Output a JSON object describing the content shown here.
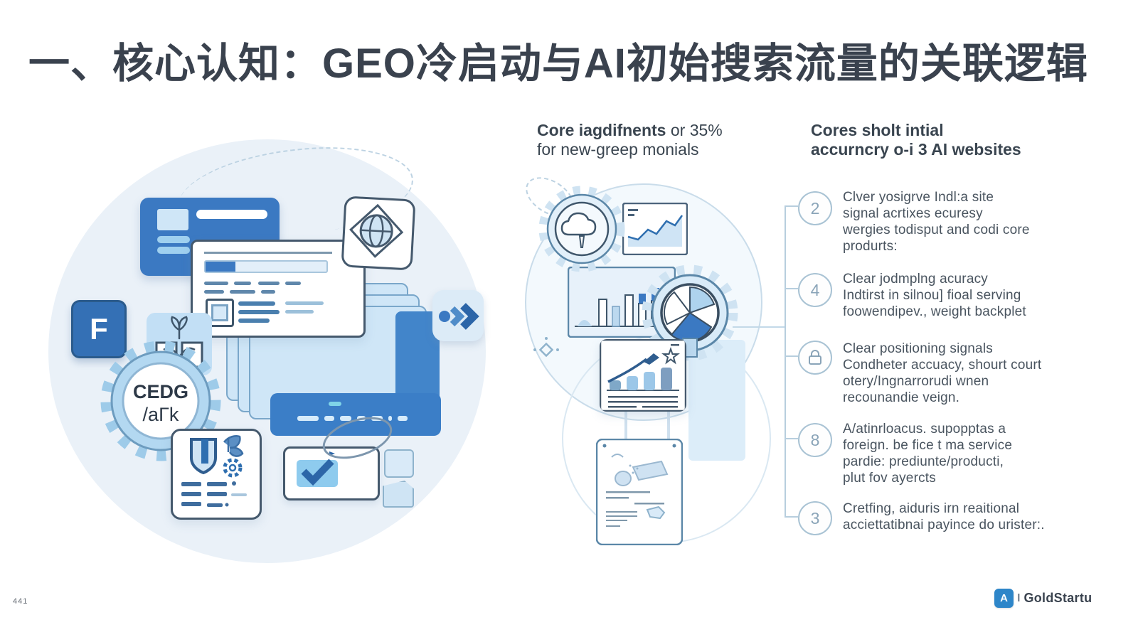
{
  "title": "一、核心认知：GEO冷启动与AI初始搜索流量的关联逻辑",
  "page_num": "441",
  "brand": {
    "mark": "A",
    "prefix": "I",
    "name": "GoldStartu"
  },
  "left_illustration": {
    "f_badge": "F",
    "gear_line1": "CEDG",
    "gear_line2": "/aΓk"
  },
  "col_left": {
    "title_bold": "Core iagdifnents",
    "title_rest": " or 35%",
    "line2": "for new-greep monials"
  },
  "col_right": {
    "line1": "Cores sholt intial",
    "line2": "accurncry o-i 3 AI websites"
  },
  "checklist": {
    "items": [
      {
        "badge": "2",
        "badge_icon": "",
        "lines": [
          "Clver yosigrve Indl:a site",
          "signal acrtixes ecuresy",
          "wergies todisput and codi core",
          "produrts:"
        ]
      },
      {
        "badge": "4",
        "badge_icon": "",
        "lines": [
          "Clear jodmplng acuracy",
          "Indtirst in silnou] fioal serving",
          "foowendipev., weight backplet"
        ]
      },
      {
        "badge": "",
        "badge_icon": "lock-icon",
        "lines": [
          "Clear positioning signals",
          "Condheter accuacy, shourt court",
          "otery/Ingnarrorudi wnen",
          "recounandie veign."
        ]
      },
      {
        "badge": "8",
        "badge_icon": "",
        "lines": [
          "A/atinrloacus. supopptas a",
          "foreign. be fice t ma service",
          "pardie: prediunte/producti,",
          "plut fov ayercts"
        ]
      },
      {
        "badge": "3",
        "badge_icon": "",
        "lines": [
          "Cretfing, aiduris irn reaitional",
          "acciettatibnai payince do urister:."
        ]
      }
    ]
  }
}
